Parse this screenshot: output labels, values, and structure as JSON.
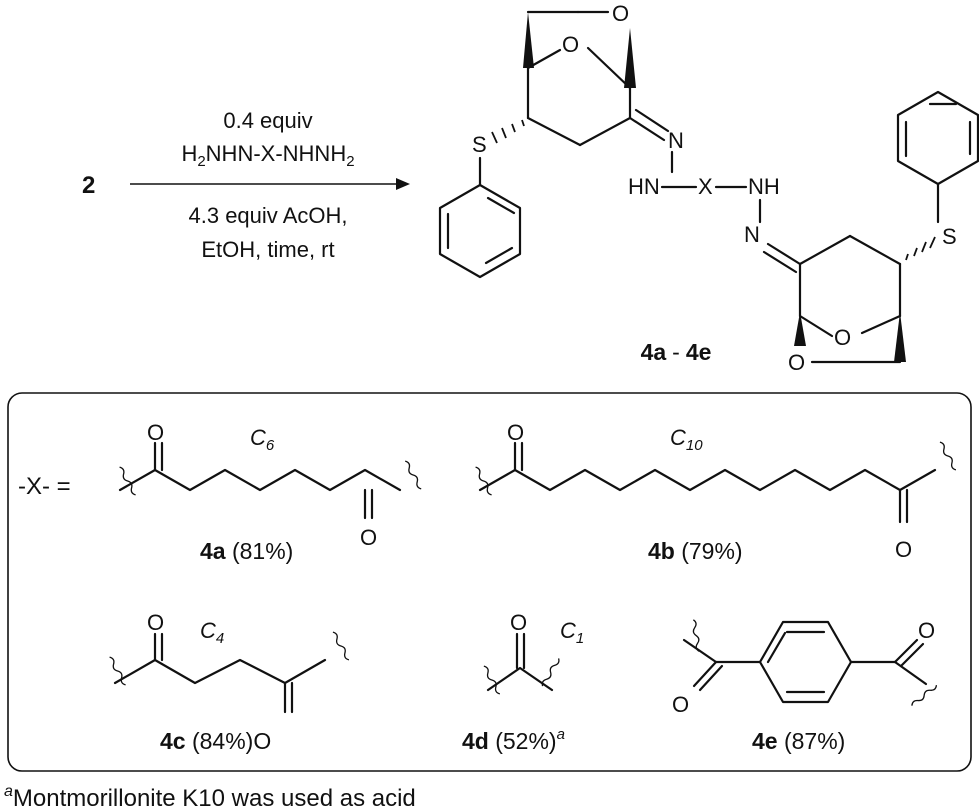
{
  "starting_material": "2",
  "reagents": {
    "line1": "0.4 equiv",
    "line2_main": "H",
    "line2_sub1": "2",
    "line2_mid": "NHN-X-NHNH",
    "line2_sub2": "2",
    "line3": "4.3 equiv AcOH,",
    "line4": "EtOH, time, rt"
  },
  "product": {
    "label_a": "4a",
    "label_dash": "-",
    "label_e": "4e",
    "atoms": {
      "o_bridge": "O",
      "o_ring": "O",
      "s": "S",
      "n": "N",
      "hn": "HN",
      "x": "X",
      "nh": "NH"
    }
  },
  "linker_box": {
    "x_prefix": "-X- =",
    "entries": [
      {
        "id": "4a",
        "yield": "(81%)",
        "chain": "C",
        "chain_sub": "6",
        "footnote": ""
      },
      {
        "id": "4b",
        "yield": "(79%)",
        "chain": "C",
        "chain_sub": "10",
        "footnote": ""
      },
      {
        "id": "4c",
        "yield": "(84%)",
        "chain": "C",
        "chain_sub": "4",
        "footnote": ""
      },
      {
        "id": "4d",
        "yield": "(52%)",
        "chain": "C",
        "chain_sub": "1",
        "footnote": "a"
      },
      {
        "id": "4e",
        "yield": "(87%)",
        "chain": "",
        "chain_sub": "",
        "footnote": ""
      }
    ],
    "carbonyl_o": "O"
  },
  "footnote": {
    "marker": "a",
    "text": "Montmorillonite K10 was used as acid"
  }
}
